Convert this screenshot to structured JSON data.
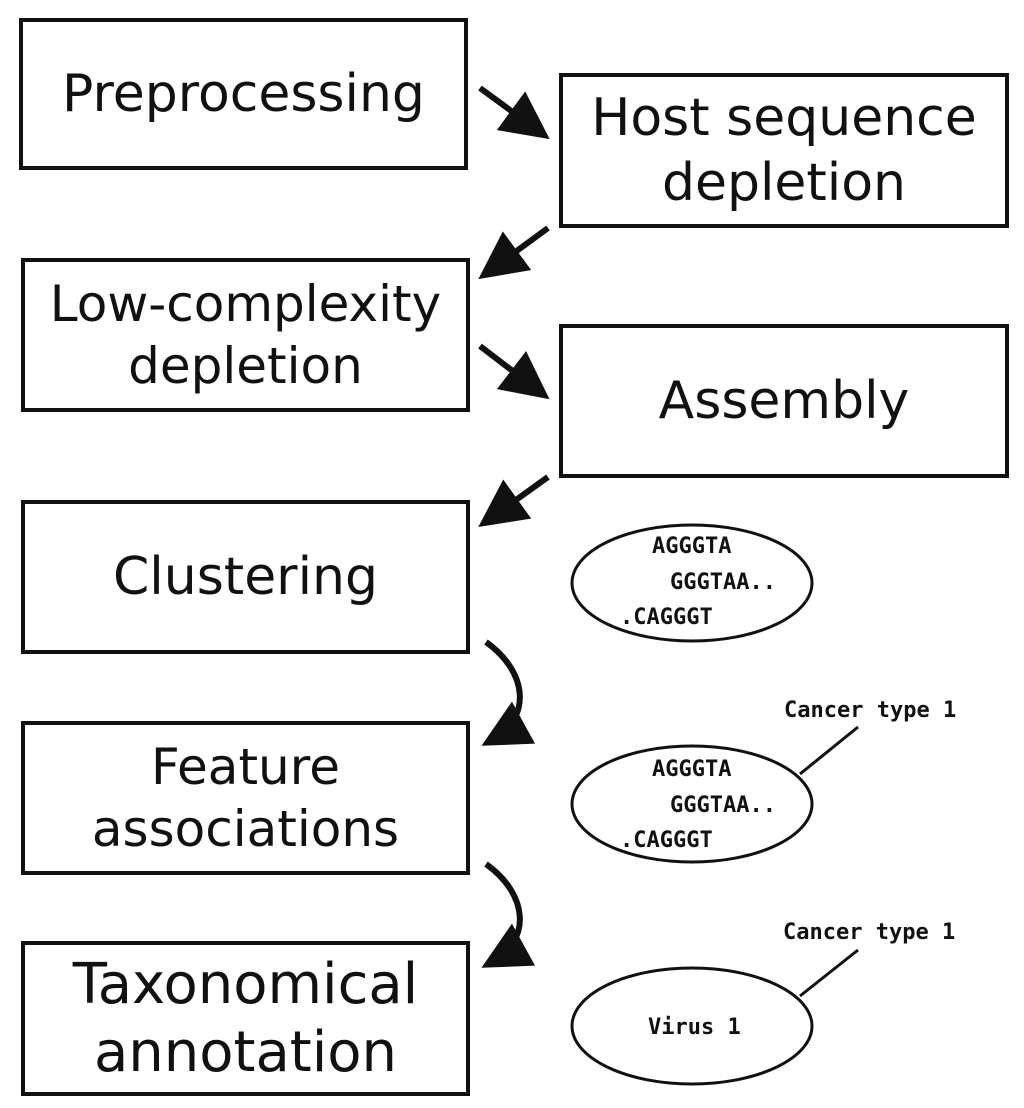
{
  "steps": [
    {
      "id": "preprocessing",
      "label": "Preprocessing"
    },
    {
      "id": "host-depletion",
      "label": "Host sequence\ndepletion"
    },
    {
      "id": "low-complexity",
      "label": "Low-complexity\ndepletion"
    },
    {
      "id": "assembly",
      "label": "Assembly"
    },
    {
      "id": "clustering",
      "label": "Clustering"
    },
    {
      "id": "feature-associations",
      "label": "Feature\nassociations"
    },
    {
      "id": "taxonomical-annotation",
      "label": "Taxonomical\nannotation"
    }
  ],
  "cluster_illustrations": [
    {
      "sequences": [
        "AGGGTA",
        "GGGTAA..",
        ".CAGGGT"
      ]
    },
    {
      "sequences": [
        "AGGGTA",
        "GGGTAA..",
        ".CAGGGT"
      ],
      "tag": "Cancer type 1"
    },
    {
      "label": "Virus 1",
      "tag": "Cancer type 1"
    }
  ],
  "colors": {
    "stroke": "#111111",
    "background": "#ffffff"
  }
}
